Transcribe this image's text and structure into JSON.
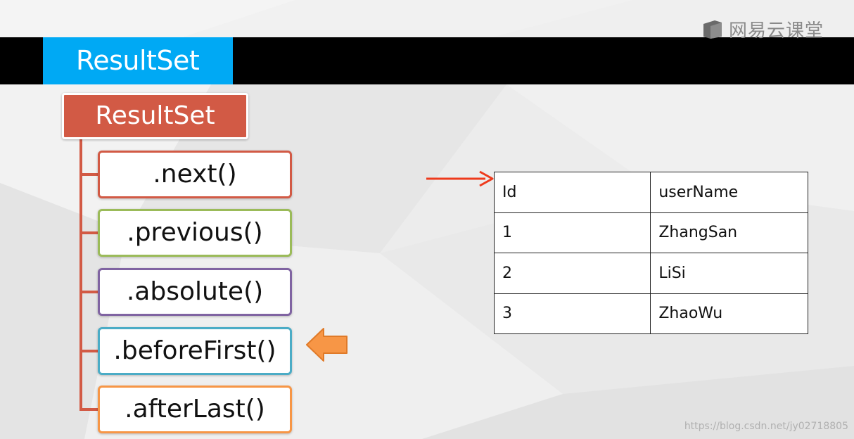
{
  "header": {
    "title": "ResultSet",
    "logo_text": "网易云课堂",
    "logo_icon": "netease-cloud-classroom-logo-icon"
  },
  "diagram": {
    "root_label": "ResultSet",
    "root_color": "#d25a45",
    "methods": [
      {
        "label": ".next()",
        "color": "#d25a45"
      },
      {
        "label": ".previous()",
        "color": "#9bbb59"
      },
      {
        "label": ".absolute()",
        "color": "#8064a2"
      },
      {
        "label": ".beforeFirst()",
        "color": "#4bacc6"
      },
      {
        "label": ".afterLast()",
        "color": "#f79646"
      }
    ],
    "highlight_arrow": {
      "icon": "orange-left-arrow-icon",
      "color": "#f79646",
      "points_to": ".beforeFirst()"
    },
    "cursor_arrow": {
      "icon": "red-right-arrow-icon",
      "color": "#ee3a1c"
    }
  },
  "table": {
    "headers": [
      "Id",
      "userName"
    ],
    "rows": [
      [
        "1",
        "ZhangSan"
      ],
      [
        "2",
        "LiSi"
      ],
      [
        "3",
        "ZhaoWu"
      ]
    ]
  },
  "watermark": "https://blog.csdn.net/jy02718805"
}
